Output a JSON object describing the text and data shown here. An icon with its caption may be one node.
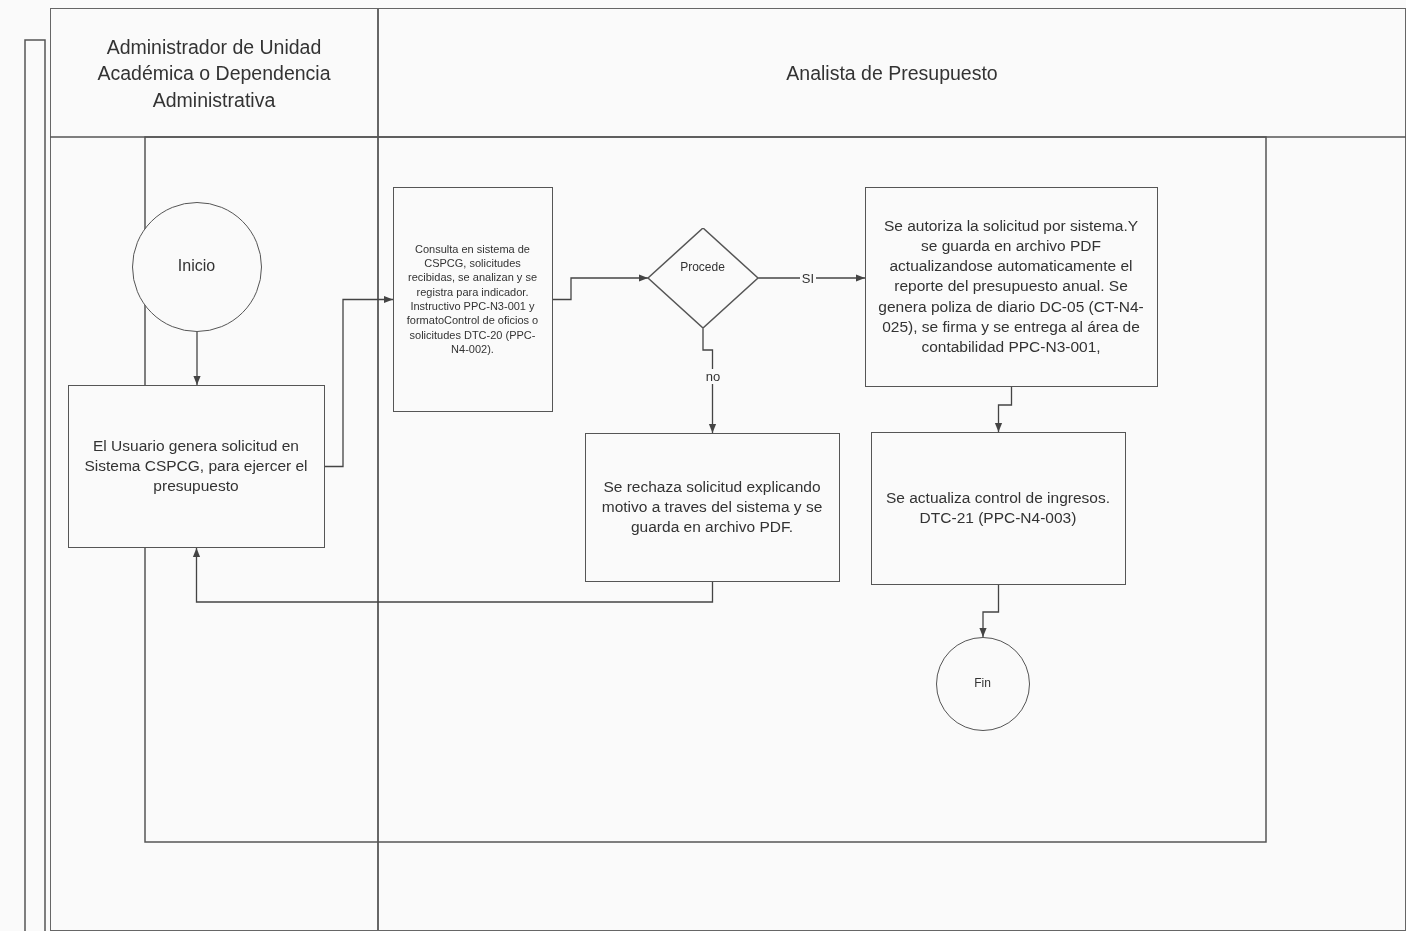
{
  "diagram": {
    "nodes": [
      {
        "text": [
          "Administrador de Unidad Académica o Dependencia Administrativa"
        ]
      },
      {
        "text": [
          "Analista de Presupuesto"
        ]
      },
      {
        "text": [
          "Inicio"
        ],
        "in": 0
      },
      {
        "text": [
          "El Usuario genera solicitud en Sistema CSPCG,  para ejercer el presupuesto"
        ],
        "in": 0
      },
      {
        "text": [
          "Consulta en sistema de CSPCG, solicitudes recibidas, se analizan y se registra para indicador. Instructivo PPC-N3-001 y formatoControl de oficios o solicitudes DTC-20 (PPC-N4-002)."
        ],
        "in": 1
      },
      {
        "text": [
          "Procede"
        ],
        "in": 1
      },
      {
        "text": [
          "Se autoriza la solicitud por sistema.Y se guarda en archivo PDF actualizandose automaticamente el reporte del presupuesto anual. Se genera poliza de diario DC-05 (CT-N4-025), se firma y se entrega al área de contabilidad  PPC-N3-001,"
        ],
        "in": 1
      },
      {
        "text": [
          "Se rechaza solicitud explicando motivo a traves del sistema y se  guarda en archivo PDF."
        ],
        "in": 1
      },
      {
        "text": [
          "Se actualiza control de ingresos. DTC-21 (PPC-N4-003)"
        ],
        "in": 1
      },
      {
        "text": [
          "Fin"
        ],
        "in": 1
      }
    ],
    "edges": [
      {
        "from": 2,
        "to": 3,
        "arrow": "to"
      },
      {
        "from": 3,
        "to": 4,
        "arrow": "to"
      },
      {
        "from": 4,
        "to": 5,
        "arrow": "to"
      },
      {
        "from": 5,
        "to": 6,
        "arrow": "to",
        "label": "SI"
      },
      {
        "from": 5,
        "to": 7,
        "arrow": "to",
        "label": "no"
      },
      {
        "from": 7,
        "to": 3,
        "arrow": "to"
      },
      {
        "from": 6,
        "to": 8,
        "arrow": "to"
      },
      {
        "from": 8,
        "to": 9,
        "arrow": "to"
      }
    ]
  }
}
